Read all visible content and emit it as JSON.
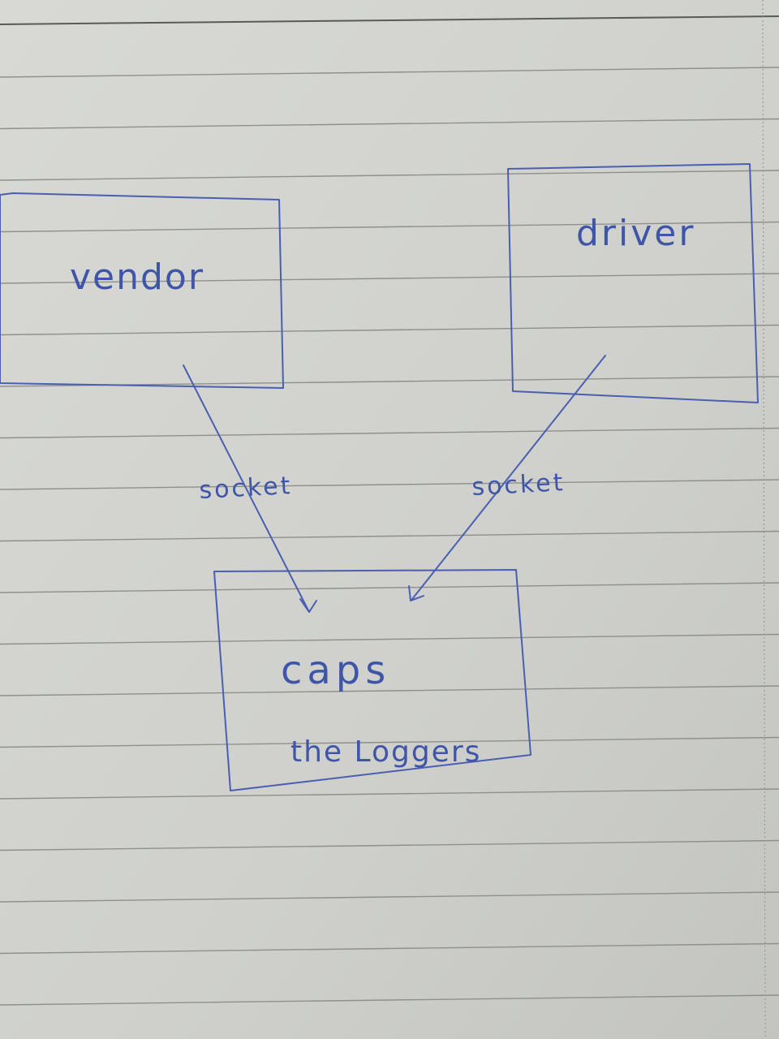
{
  "diagram": {
    "ink_color": "#4a5fb0",
    "paper_color": "#cfd0cc",
    "rule_color": "#8f908c",
    "nodes": {
      "vendor": {
        "label": "vendor"
      },
      "driver": {
        "label": "driver"
      },
      "caps": {
        "label": "caps",
        "sublabel": "the Loggers"
      }
    },
    "edges": [
      {
        "from": "vendor",
        "to": "caps",
        "label": "socket"
      },
      {
        "from": "driver",
        "to": "caps",
        "label": "socket"
      }
    ]
  }
}
